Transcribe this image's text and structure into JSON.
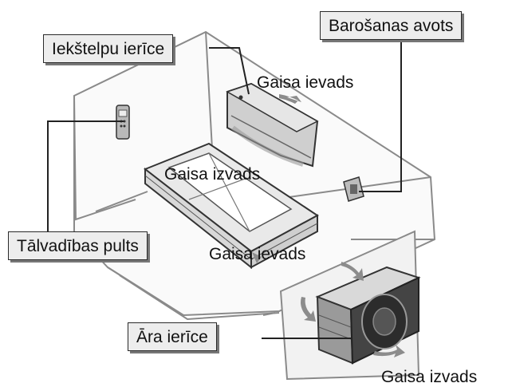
{
  "labels": {
    "indoor_unit": "Iekštelpu ierīce",
    "power_source": "Barošanas avots",
    "remote_control": "Tālvadības pults",
    "outdoor_unit": "Āra ierīce"
  },
  "airflow": {
    "air_in_indoor": "Gaisa ievads",
    "air_out_indoor": "Gaisa izvads",
    "air_in_duct": "Gaisa ievads",
    "air_out_outdoor": "Gaisa izvads"
  }
}
